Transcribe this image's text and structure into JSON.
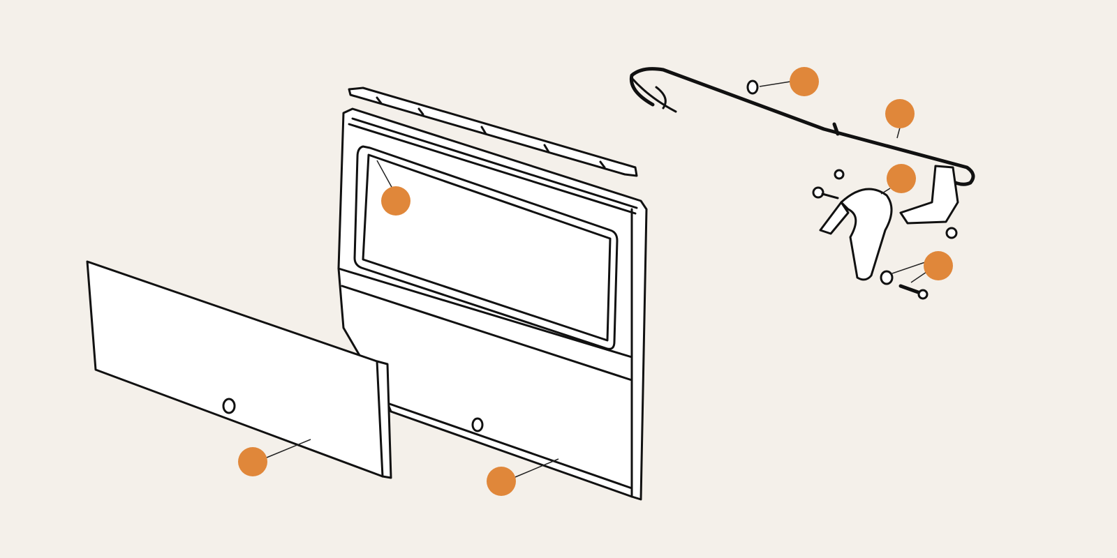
{
  "diagram": {
    "background_color": "#f4f0ea",
    "hotspot_color": "#e0873a",
    "line_color": "#111111",
    "parts": [
      {
        "id": "nut",
        "icon": "nut-icon"
      },
      {
        "id": "release-cable",
        "icon": "cable-icon"
      },
      {
        "id": "door-hinge",
        "icon": "hinge-icon"
      },
      {
        "id": "washer-and-bolt",
        "icon": "bolt-icon"
      },
      {
        "id": "window-seal",
        "icon": "seal-icon"
      },
      {
        "id": "inner-trim-panel",
        "icon": "panel-icon"
      },
      {
        "id": "door-shell",
        "icon": "door-icon"
      }
    ]
  }
}
